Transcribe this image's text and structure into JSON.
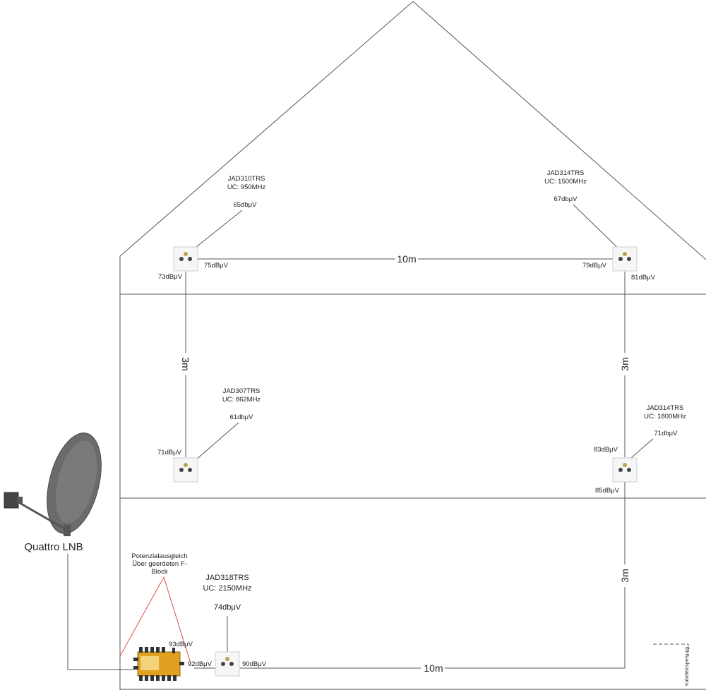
{
  "lnb_label": "Quattro LNB",
  "potential_note": {
    "line1": "Potenzialausgleich",
    "line2": "Über geerdeten F-",
    "line3": "Block"
  },
  "cable_feed_label": "Kabeleinspeisung",
  "distances": {
    "top_horizontal": "10m",
    "left_vertical": "3m",
    "right_vertical_upper": "3m",
    "right_vertical_lower": "3m",
    "bottom_horizontal": "10m"
  },
  "outlets": {
    "jad310": {
      "model": "JAD310TRS",
      "uc": "UC: 950MHz",
      "level": "65dbμV",
      "in_left": "73dBμV",
      "in_right": "75dBμV"
    },
    "jad314_top": {
      "model": "JAD314TRS",
      "uc": "UC: 1500MHz",
      "level": "67dbμV",
      "in_left": "79dBμV",
      "in_right": "81dBμV"
    },
    "jad307": {
      "model": "JAD307TRS",
      "uc": "UC: 862MHz",
      "level": "61dbμV",
      "in_left": "71dBμV"
    },
    "jad314_right": {
      "model": "JAD314TRS",
      "uc": "UC: 1800MHz",
      "level": "71dbμV",
      "in_top": "83dBμV",
      "in_bottom": "85dBμV"
    },
    "jad318": {
      "model": "JAD318TRS",
      "uc": "UC: 2150MHz",
      "level": "74dbμV",
      "in_left": "92dBμV",
      "in_right": "90dBμV"
    }
  },
  "multiswitch": {
    "output_level": "93dBμV"
  },
  "colors": {
    "line": "#555555",
    "red_outline": "#e05050",
    "switch_body": "#e0a020",
    "dish": "#6b6b6b"
  }
}
